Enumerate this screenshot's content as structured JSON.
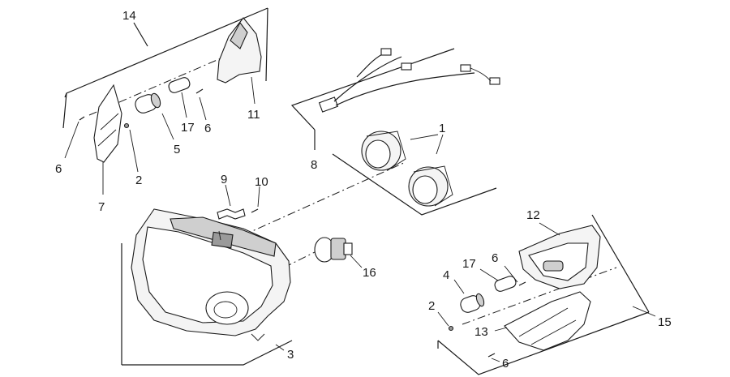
{
  "callouts": {
    "c1": "1",
    "c2a": "2",
    "c2b": "2",
    "c3": "3",
    "c4": "4",
    "c5": "5",
    "c6a": "6",
    "c6b": "6",
    "c6c": "6",
    "c6d": "6",
    "c7": "7",
    "c8": "8",
    "c9": "9",
    "c10": "10",
    "c11": "11",
    "c12": "12",
    "c13": "13",
    "c14": "14",
    "c15": "15",
    "c16": "16",
    "c17a": "17",
    "c17b": "17"
  }
}
